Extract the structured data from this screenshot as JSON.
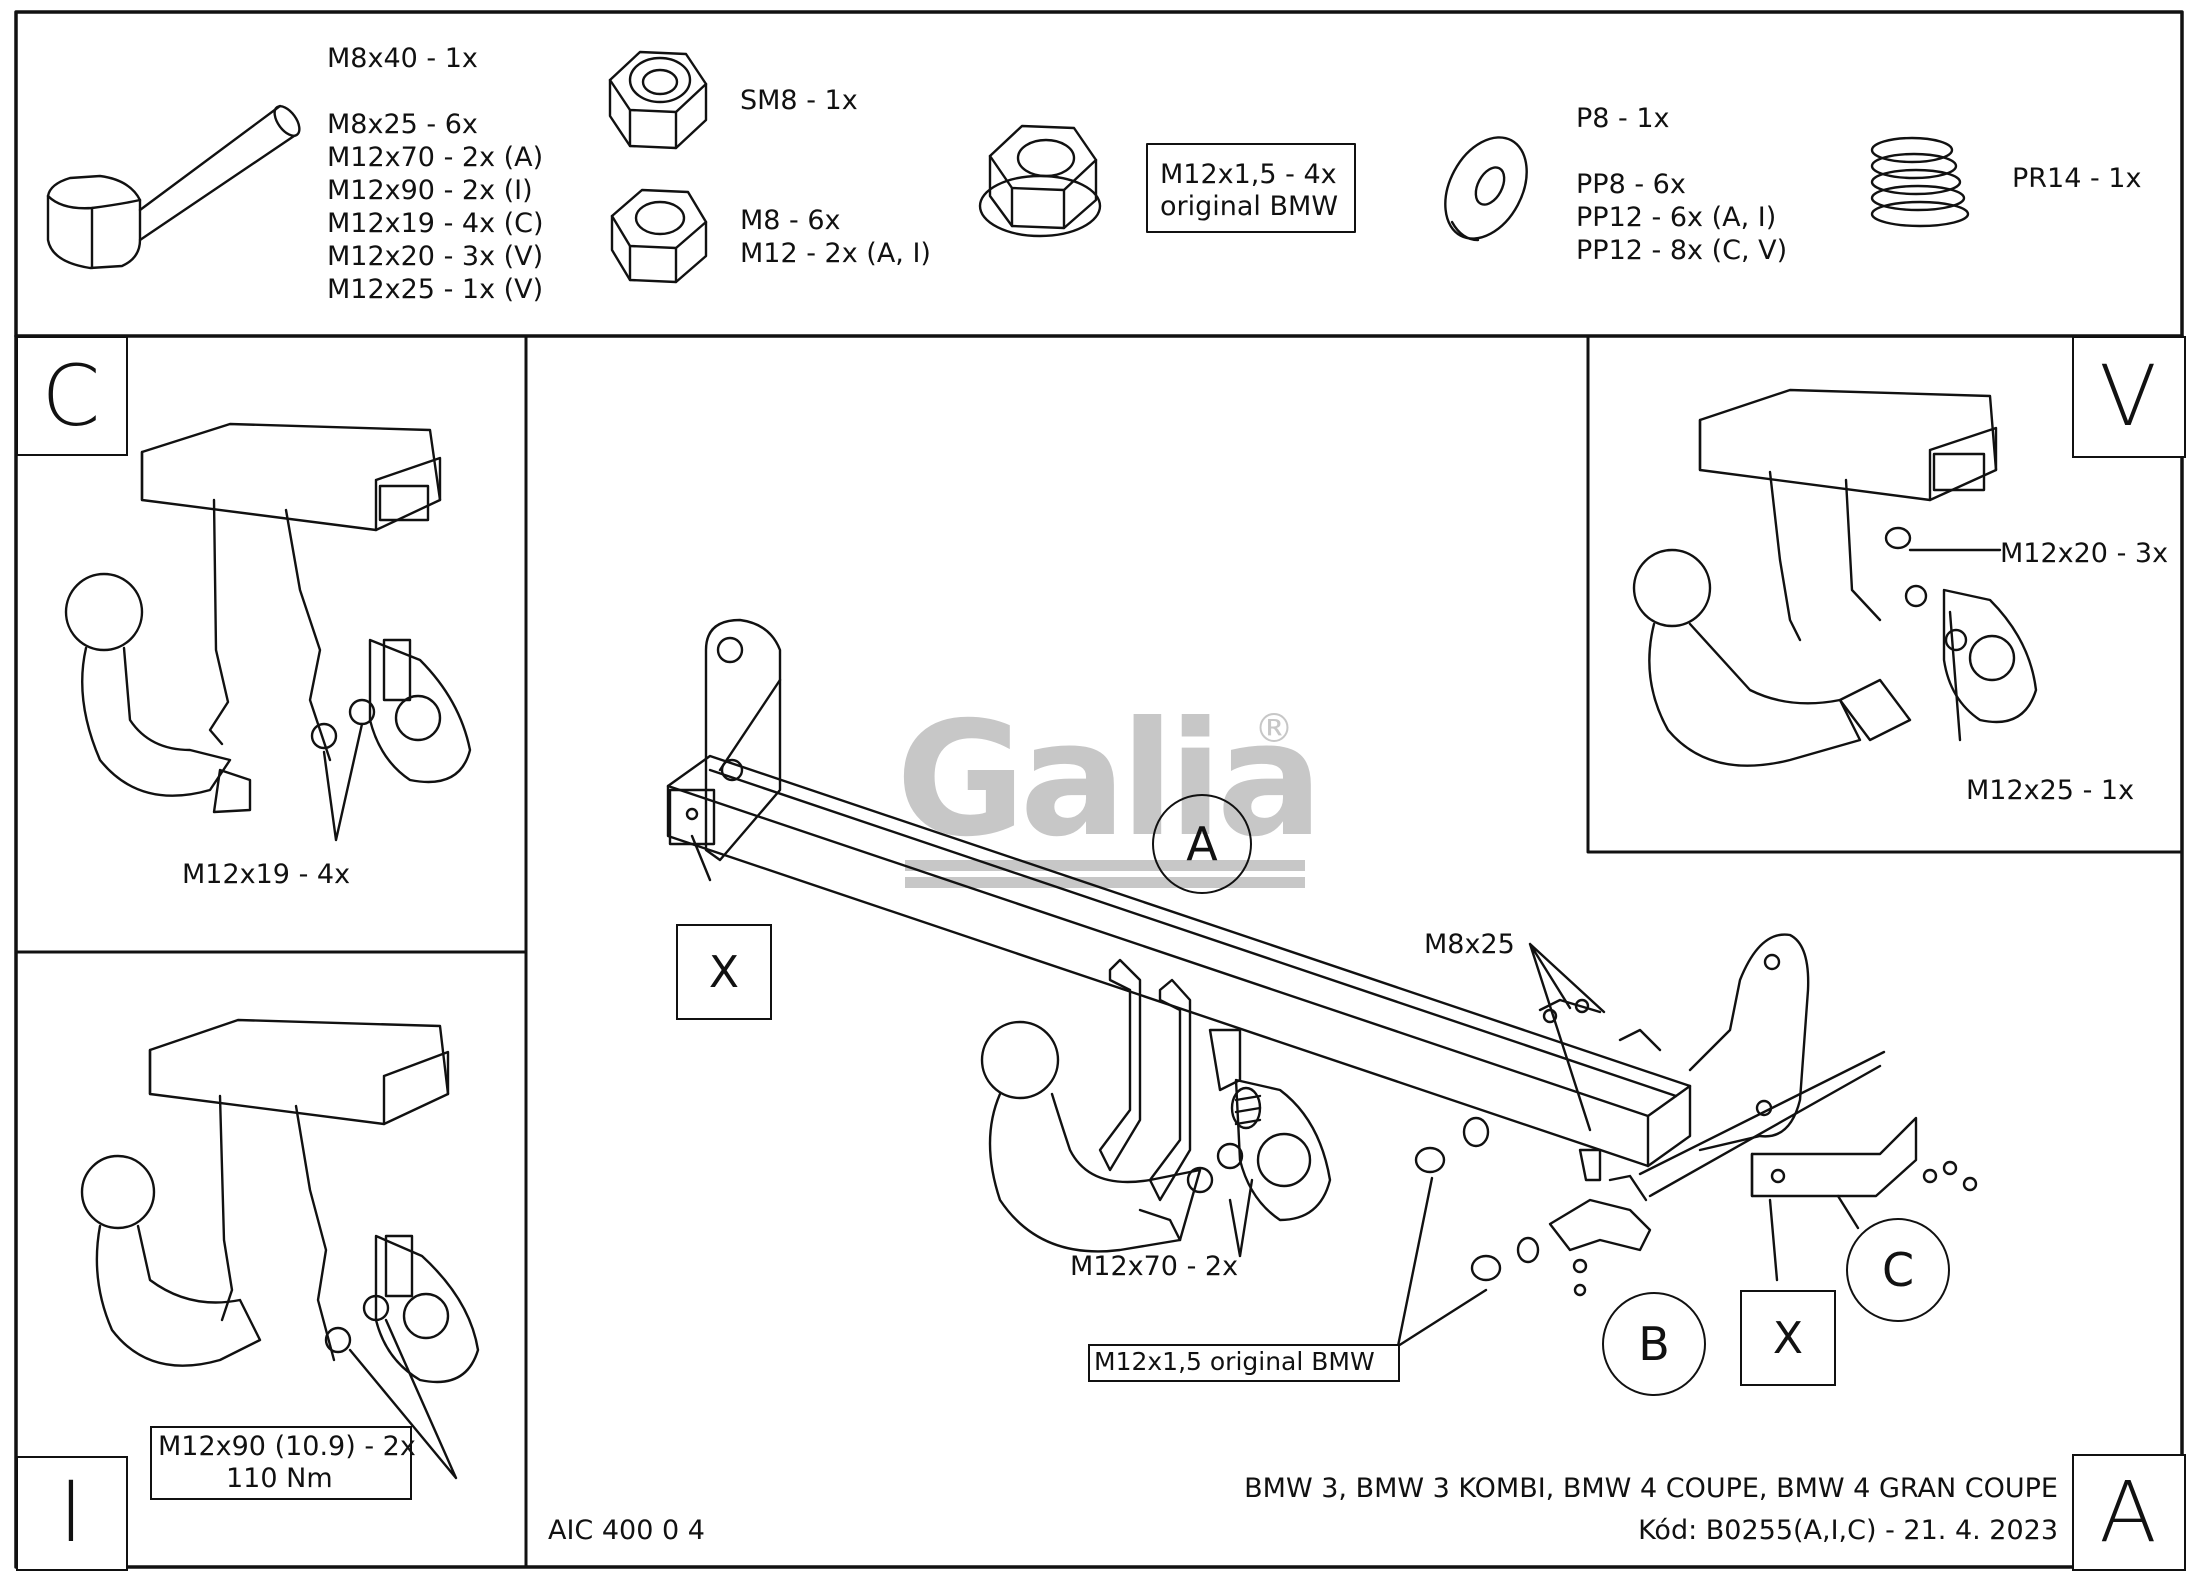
{
  "parts": {
    "bolt_label_top": "M8x40 - 1x",
    "bolt_labels": [
      "M8x25 - 6x",
      "M12x70 - 2x (A)",
      "M12x90 - 2x (I)",
      "M12x19 - 4x (C)",
      "M12x20 - 3x (V)",
      "M12x25 - 1x (V)"
    ],
    "locknut_label": "SM8 - 1x",
    "nut_labels": [
      "M8 - 6x",
      "M12 - 2x (A, I)"
    ],
    "flange_nut_labels": [
      "M12x1,5 - 4x",
      "original BMW"
    ],
    "washer_label_top": "P8 - 1x",
    "washer_labels": [
      "PP8 - 6x",
      "PP12 - 6x (A, I)",
      "PP12 - 8x (C, V)"
    ],
    "spring_label": "PR14 - 1x"
  },
  "panels": {
    "c": {
      "letter": "C",
      "callout": "M12x19 - 4x"
    },
    "v": {
      "letter": "V",
      "callout_1": "M12x20 - 3x",
      "callout_2": "M12x25 - 1x"
    },
    "i": {
      "letter": "I",
      "torque_1": "M12x90 (10.9) - 2x",
      "torque_2": "110 Nm"
    }
  },
  "main": {
    "callout_m8x25": "M8x25",
    "callout_m12x70": "M12x70 - 2x",
    "callout_flange": "M12x1,5 original BMW",
    "bubble_a": "A",
    "bubble_b": "B",
    "bubble_c": "C",
    "x_left": "X",
    "x_right": "X",
    "brand": "Galia",
    "registered": "®"
  },
  "footer": {
    "code": "AIC 400 0 4",
    "models": "BMW 3, BMW 3 KOMBI, BMW 4 COUPE, BMW 4 GRAN COUPE",
    "kod": "Kód: B0255(A,I,C) - 21. 4. 2023",
    "sheet_letter": "A"
  }
}
